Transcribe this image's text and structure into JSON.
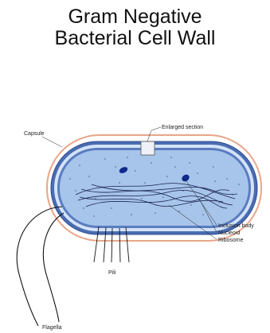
{
  "title": {
    "line1": "Gram Negative",
    "line2": "Bacterial Cell Wall"
  },
  "labels": {
    "capsule": "Capsule",
    "enlarged_section": "Enlarged section",
    "inclusion_body": "Inclusion body",
    "nucleoid": "Nucleoid",
    "ribosome": "Ribosome",
    "pili": "Pili",
    "flagella": "Flagella"
  },
  "colors": {
    "capsule": "#e8a58a",
    "outer_membrane": "#3f5fa8",
    "periplasm": "#bcd3f0",
    "cytoplasm": "#9dbde6",
    "inclusion_body": "#0f2a8c",
    "line": "#111111"
  }
}
